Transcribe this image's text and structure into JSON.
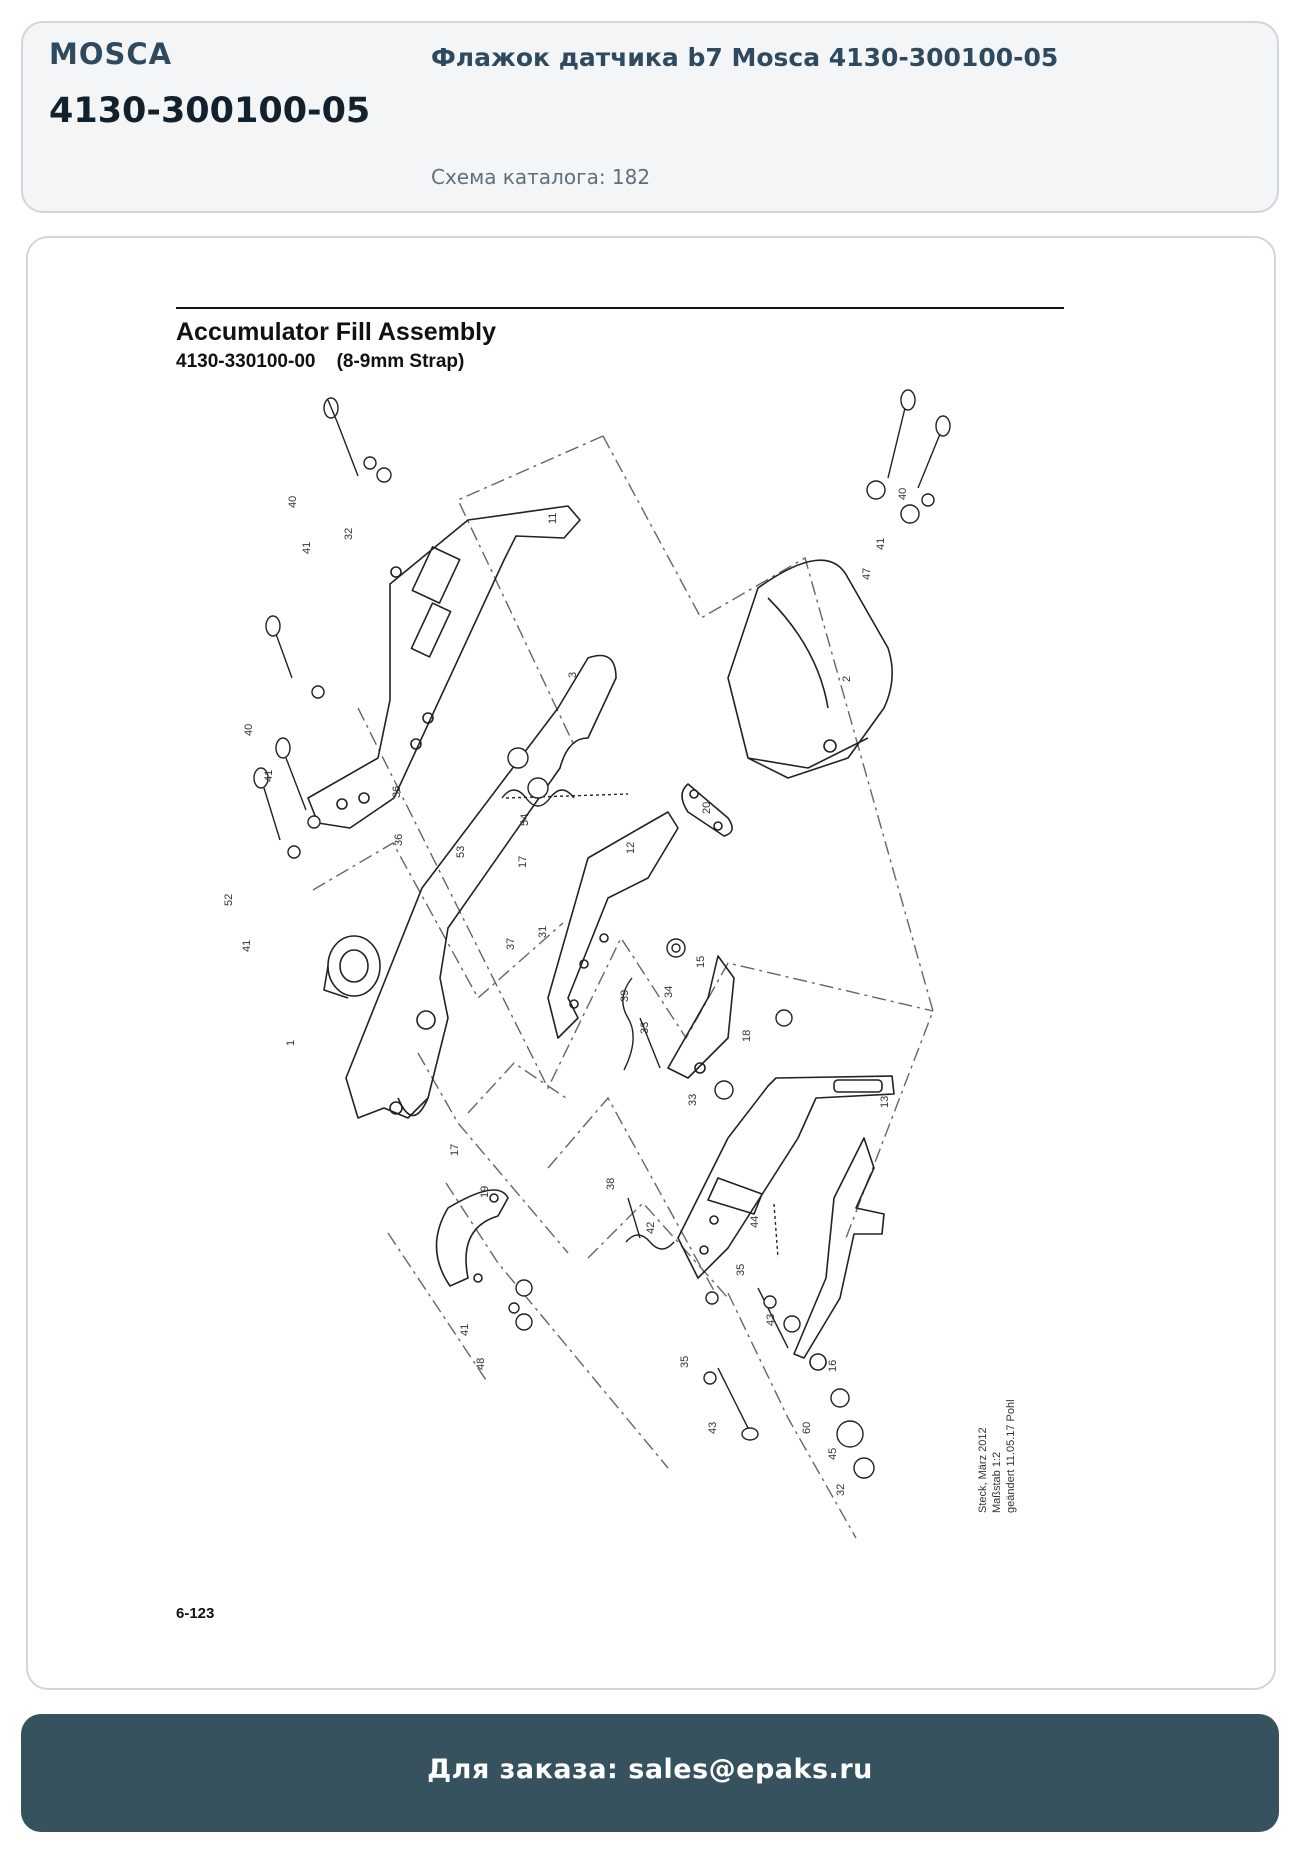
{
  "header": {
    "brand": "MOSCA",
    "part_number": "4130-300100-05",
    "title": "Флажок датчика b7 Mosca 4130-300100-05",
    "scheme": "Схема каталога: 182"
  },
  "diagram": {
    "title": "Accumulator Fill Assembly",
    "subtitle": "4130-330100-00    (8-9mm Strap)",
    "page_number": "6-123",
    "stamp": [
      "Steck, März 2012",
      "Maßstab 1:2",
      "geändert 11.05.17 Pohl"
    ]
  },
  "callouts": [
    "40",
    "41",
    "32",
    "11",
    "3",
    "2",
    "40",
    "41",
    "47",
    "40",
    "41",
    "36",
    "36",
    "54",
    "53",
    "17",
    "20",
    "12",
    "52",
    "41",
    "1",
    "37",
    "31",
    "39",
    "33",
    "34",
    "15",
    "18",
    "33",
    "13",
    "17",
    "19",
    "38",
    "42",
    "44",
    "35",
    "41",
    "48",
    "43",
    "35",
    "16",
    "43",
    "60",
    "45",
    "32"
  ],
  "footer": {
    "order_text": "Для заказа: sales@epaks.ru"
  }
}
